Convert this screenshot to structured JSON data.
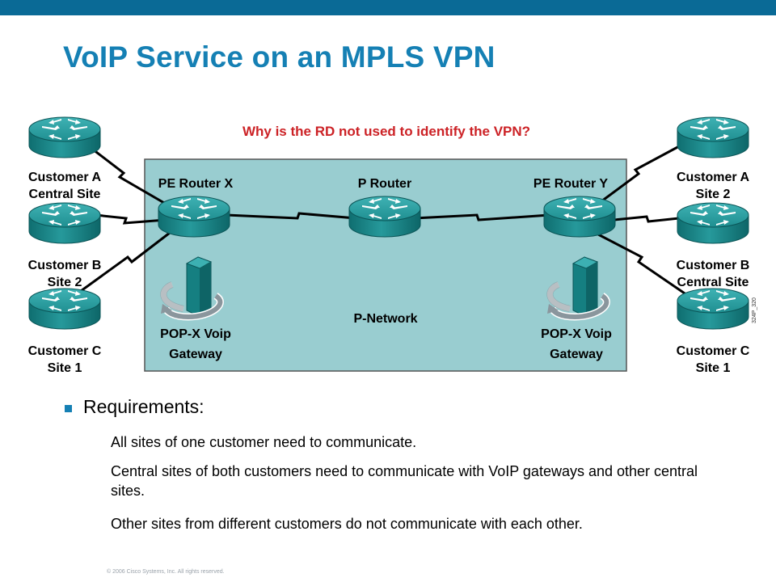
{
  "slide": {
    "title": "VoIP Service on an MPLS VPN",
    "footer": "© 2006 Cisco Systems, Inc. All rights reserved."
  },
  "diagram": {
    "question": "Why is the RD not used to identify the VPN?",
    "network_label": "P-Network",
    "image_code": "324P_320",
    "routers": {
      "pe_x": "PE Router X",
      "p": "P Router",
      "pe_y": "PE Router Y"
    },
    "gateways": {
      "left": [
        "POP-X Voip",
        "Gateway"
      ],
      "right": [
        "POP-X Voip",
        "Gateway"
      ]
    },
    "left_sites": [
      [
        "Customer A",
        "Central Site"
      ],
      [
        "Customer B",
        "Site 2"
      ],
      [
        "Customer C",
        "Site 1"
      ]
    ],
    "right_sites": [
      [
        "Customer A",
        "Site 2"
      ],
      [
        "Customer B",
        "Central Site"
      ],
      [
        "Customer C",
        "Site 1"
      ]
    ],
    "colors": {
      "network_fill": "#99cdd0",
      "router": "#1c8b8d",
      "question": "#cc2226"
    }
  },
  "requirements": {
    "heading": "Requirements:",
    "items": [
      "All sites of one customer need to communicate.",
      "Central sites of both customers need to communicate with VoIP gateways and other central sites.",
      "Other sites from different customers do not communicate with each other."
    ]
  }
}
